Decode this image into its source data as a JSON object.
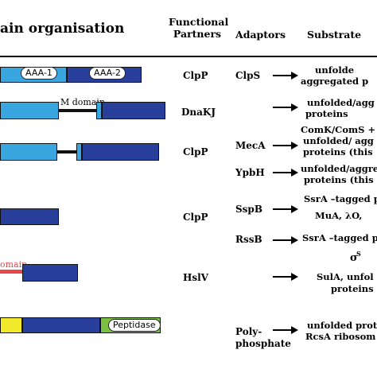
{
  "headers": {
    "organisation": "ain organisation",
    "functional_partners": "Functional\nPartners",
    "adaptors": "Adaptors",
    "substrates": "Substrate"
  },
  "rows": [
    {
      "domains": [
        "AAA-1",
        "AAA-2"
      ],
      "partner": "ClpP",
      "adaptor": "ClpS",
      "substrates": [
        "unfolde",
        "aggregated p"
      ]
    },
    {
      "domain_label": "M domain",
      "partner": "DnaKJ",
      "adaptor": "",
      "substrates": [
        "unfolded/agg",
        "proteins"
      ]
    },
    {
      "partner": "ClpP",
      "adaptors": [
        "MecA",
        "YpbH"
      ],
      "substrates": [
        "ComK/ComS +",
        "unfolded/ agg",
        "proteins (this",
        "unfolded/aggre",
        "proteins (this"
      ]
    },
    {
      "partner": "ClpP",
      "adaptors": [
        "SspB",
        "RssB"
      ],
      "substrates": [
        "SsrA –tagged p",
        "MuA, λO,",
        "SsrA –tagged p",
        "σ",
        "S"
      ]
    },
    {
      "domain_label": "omain",
      "partner": "HslV",
      "substrates": [
        "SulA, unfol",
        "proteins"
      ]
    },
    {
      "domains": [
        "Peptidase"
      ],
      "adaptor": [
        "Poly-",
        "phosphate"
      ],
      "substrates": [
        "unfolded prot",
        "RcsA ribosom"
      ]
    }
  ]
}
